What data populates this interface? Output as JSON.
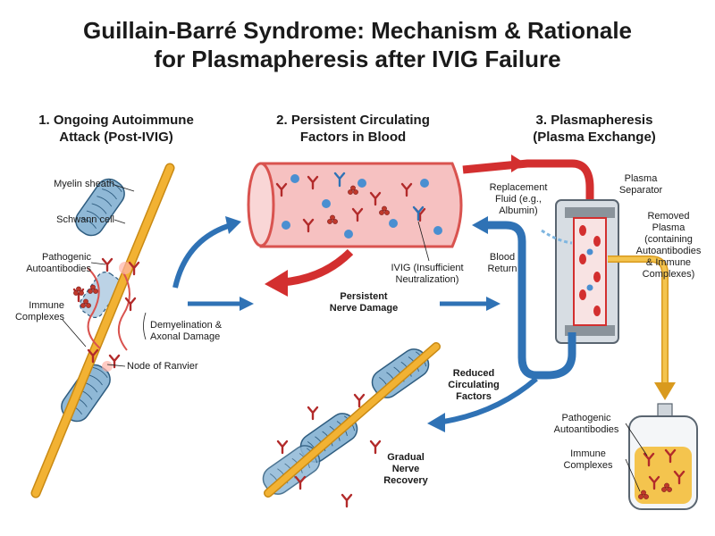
{
  "title": {
    "line1": "Guillain-Barré Syndrome: Mechanism & Rationale",
    "line2": "for Plasmapheresis after IVIG Failure"
  },
  "panel1": {
    "title_line1": "1. Ongoing Autoimmune",
    "title_line2": "Attack (Post-IVIG)",
    "labels": {
      "myelin_sheath": "Myelin sheath",
      "schwann_cell": "Schwann cell",
      "pathogenic_autoantibodies_1": "Pathogenic",
      "pathogenic_autoantibodies_2": "Autoantibodies",
      "immune_complexes_1": "Immune",
      "immune_complexes_2": "Complexes",
      "demyelination_1": "Demyelination &",
      "demyelination_2": "Axonal Damage",
      "node_of_ranvier": "Node of Ranvier"
    }
  },
  "panel2": {
    "title_line1": "2. Persistent Circulating",
    "title_line2": "Factors in Blood",
    "labels": {
      "ivig_1": "IVIG (Insufficient",
      "ivig_2": "Neutralization)",
      "persistent_1": "Persistent",
      "persistent_2": "Nerve Damage"
    }
  },
  "panel3": {
    "title_line1": "3. Plasmapheresis",
    "title_line2": "(Plasma Exchange)",
    "labels": {
      "plasma_separator_1": "Plasma",
      "plasma_separator_2": "Separator",
      "replacement_1": "Replacement",
      "replacement_2": "Fluid (e.g.,",
      "replacement_3": "Albumin)",
      "blood_return_1": "Blood",
      "blood_return_2": "Return",
      "removed_1": "Removed",
      "removed_2": "Plasma",
      "removed_3": "(containing",
      "removed_4": "Autoantibodies",
      "removed_5": "& Immune",
      "removed_6": "Complexes)",
      "bag_pathogenic_1": "Pathogenic",
      "bag_pathogenic_2": "Autoantibodies",
      "bag_immune_1": "Immune",
      "bag_immune_2": "Complexes"
    }
  },
  "recovery": {
    "reduced_1": "Reduced",
    "reduced_2": "Circulating",
    "reduced_3": "Factors",
    "gradual_1": "Gradual",
    "gradual_2": "Nerve",
    "gradual_3": "Recovery"
  },
  "colors": {
    "axon": "#f2b233",
    "myelin": "#8fb8d6",
    "myelin_dark": "#2f5d80",
    "vessel": "#f6c1c1",
    "vessel_wall": "#d9534f",
    "antibody": "#b22a2a",
    "cell_blue": "#4a8fd1",
    "arrow_blue": "#2f72b5",
    "arrow_red": "#d32f2f",
    "plasma": "#f4c44e",
    "device": "#d7dde3"
  }
}
